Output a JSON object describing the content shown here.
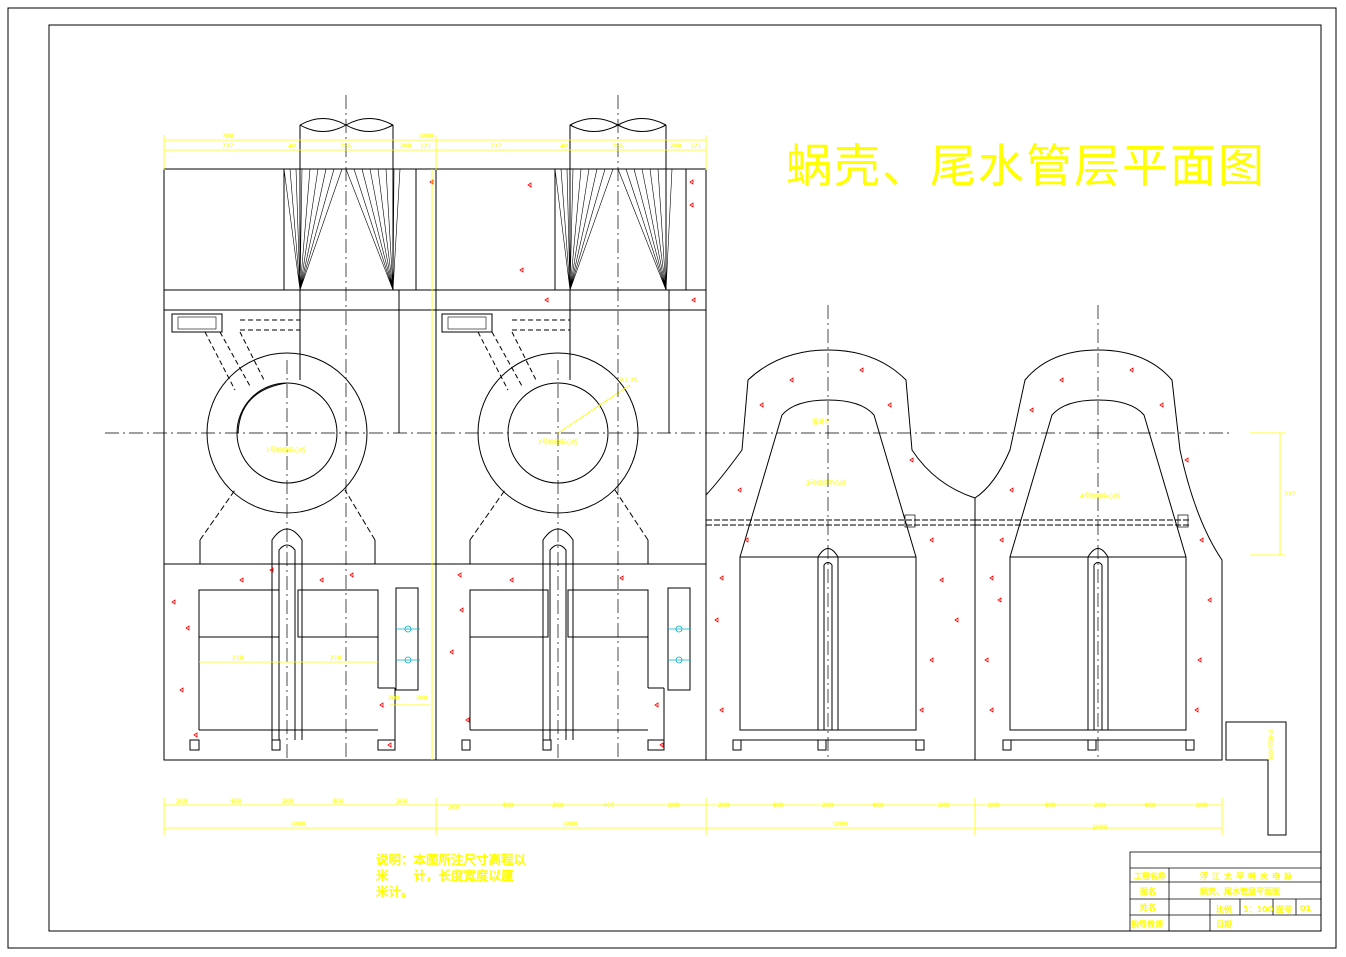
{
  "drawing": {
    "title": "蜗壳、尾水管层平面图",
    "note_lines": [
      "说明：本图所注尺寸高程以",
      "米　　计，长度宽度以厘",
      "米计。"
    ],
    "dimensions": {
      "top_left": [
        "700",
        "737",
        "40",
        "355",
        "200",
        "121"
      ],
      "top_right": [
        "1000",
        "737",
        "40",
        "355",
        "200",
        "121"
      ],
      "bottom_row": [
        "200",
        "400",
        "200",
        "400",
        "200"
      ],
      "bottom_total": "1000",
      "seg_mid": "210",
      "seg_small": "200",
      "right_height": "737",
      "radius": "R1.35"
    },
    "unit_labels": [
      "1号机组中心线",
      "2号机组中心线",
      "3号机组中心线",
      "4号机组中心线",
      "混凝土"
    ],
    "right_side_label": "下游防水墙"
  },
  "title_block": {
    "project_label": "工程名称",
    "project_value": "浮江太平哨水电站",
    "drawing_label": "图名",
    "drawing_value": "蜗壳、尾水管层平面图",
    "name_label": "姓名",
    "scale_label": "比例",
    "scale_value": "1：100",
    "sheet_label": "图号",
    "sheet_value": "01",
    "advisor_label": "指导教师",
    "date_label": "日期"
  },
  "colors": {
    "line": "#000000",
    "annotation": "#ffff00",
    "dot": "#ff0000",
    "cyan": "#00b0c8"
  }
}
